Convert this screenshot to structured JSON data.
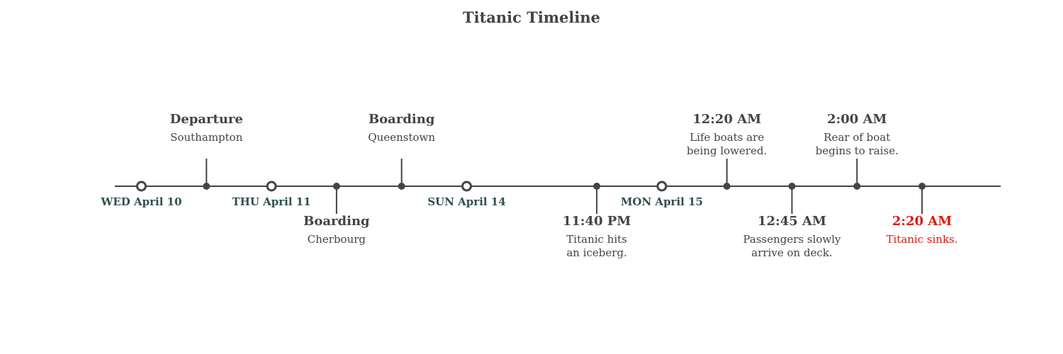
{
  "title": "Titanic Timeline",
  "colors": {
    "ink": "#444444",
    "date_text": "#2f4f4f",
    "highlight": "#dd1a08"
  },
  "dates": [
    {
      "label": "WED April 10",
      "day": 0
    },
    {
      "label": "THU April 11",
      "day": 1
    },
    {
      "label": "SUN April 14",
      "day": 2
    },
    {
      "label": "MON April 15",
      "day": 3
    }
  ],
  "events": [
    {
      "title": "Departure",
      "desc": [
        "Southampton"
      ],
      "day": 0.5,
      "side": "above",
      "highlight": false
    },
    {
      "title": "Boarding",
      "desc": [
        "Cherbourg"
      ],
      "day": 1.5,
      "side": "below",
      "highlight": false
    },
    {
      "title": "Boarding",
      "desc": [
        "Queenstown"
      ],
      "day": 2.0,
      "side": "above",
      "highlight": false,
      "anchor": "mid-1-2"
    },
    {
      "title": "11:40 PM",
      "desc": [
        "Titanic hits",
        "an iceberg."
      ],
      "day": 3.0,
      "side": "below",
      "highlight": false,
      "anchor": "pre-3"
    },
    {
      "title": "12:20 AM",
      "desc": [
        "Life boats are",
        "being lowered."
      ],
      "side": "above",
      "highlight": false,
      "anchor": "post-3-a"
    },
    {
      "title": "12:45 AM",
      "desc": [
        "Passengers slowly",
        "arrive on deck."
      ],
      "side": "below",
      "highlight": false,
      "anchor": "post-3-b"
    },
    {
      "title": "2:00 AM",
      "desc": [
        "Rear of boat",
        "begins to raise."
      ],
      "side": "above",
      "highlight": false,
      "anchor": "post-3-c"
    },
    {
      "title": "2:20 AM",
      "desc": [
        "Titanic sinks."
      ],
      "side": "below",
      "highlight": true,
      "anchor": "post-3-d"
    }
  ]
}
